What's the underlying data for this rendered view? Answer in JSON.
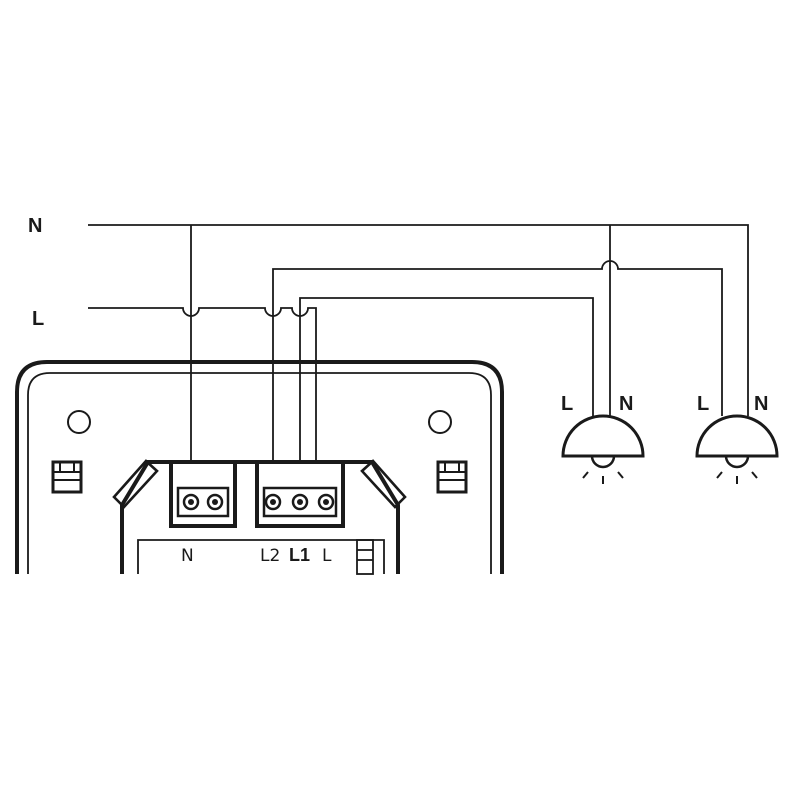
{
  "mains": {
    "neutral_label": "N",
    "line_label": "L"
  },
  "switch": {
    "terminals": {
      "n": "N",
      "l2": "L2",
      "l1": "L1",
      "l": "L"
    }
  },
  "lamps": [
    {
      "l_label": "L",
      "n_label": "N"
    },
    {
      "l_label": "L",
      "n_label": "N"
    }
  ]
}
